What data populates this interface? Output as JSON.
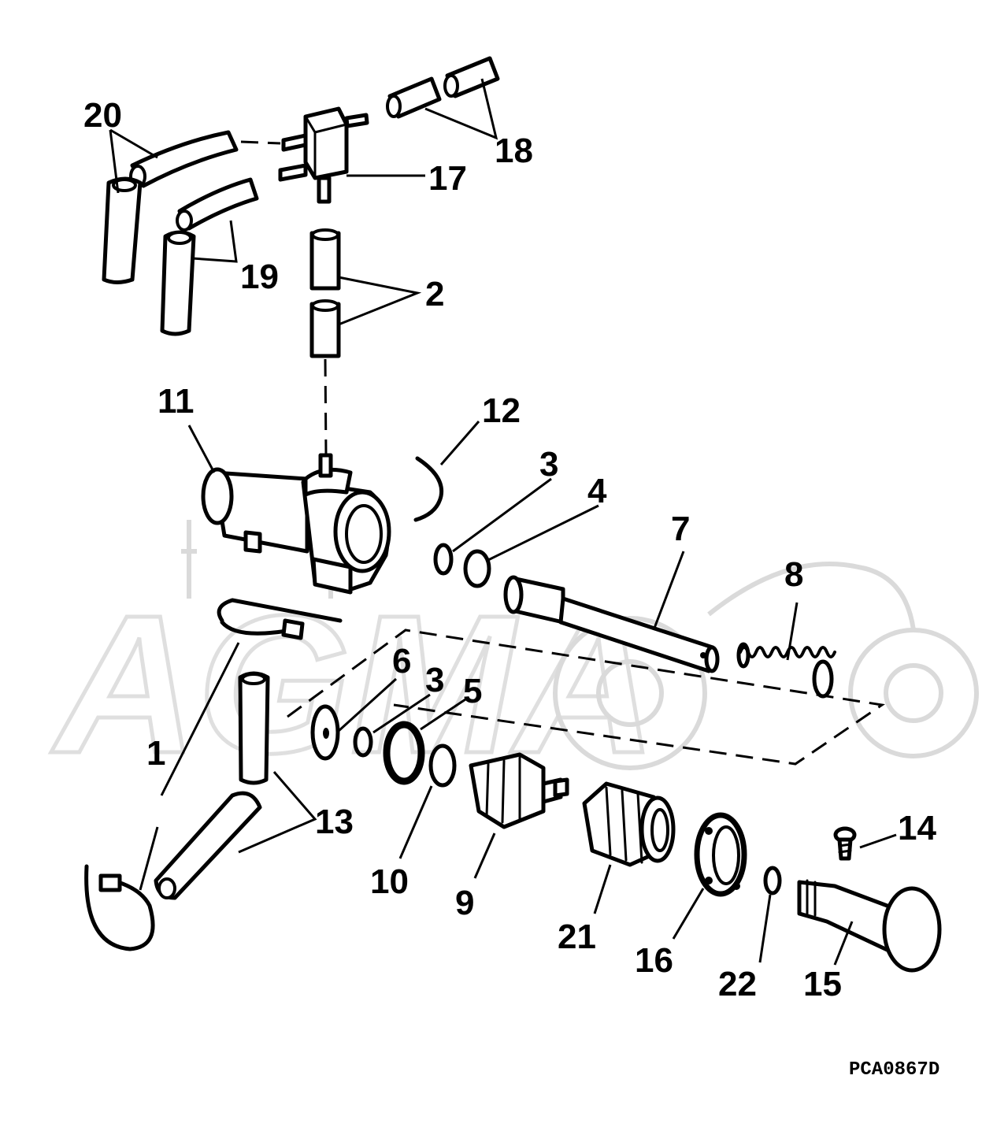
{
  "diagram": {
    "watermark_text": "AGMA",
    "drawing_code": "PCA0867D",
    "callouts": [
      {
        "id": "c20",
        "label": "20"
      },
      {
        "id": "c18",
        "label": "18"
      },
      {
        "id": "c17",
        "label": "17"
      },
      {
        "id": "c19",
        "label": "19"
      },
      {
        "id": "c2",
        "label": "2"
      },
      {
        "id": "c11",
        "label": "11"
      },
      {
        "id": "c12",
        "label": "12"
      },
      {
        "id": "c3a",
        "label": "3"
      },
      {
        "id": "c4",
        "label": "4"
      },
      {
        "id": "c7",
        "label": "7"
      },
      {
        "id": "c8",
        "label": "8"
      },
      {
        "id": "c6",
        "label": "6"
      },
      {
        "id": "c3b",
        "label": "3"
      },
      {
        "id": "c5",
        "label": "5"
      },
      {
        "id": "c1",
        "label": "1"
      },
      {
        "id": "c13",
        "label": "13"
      },
      {
        "id": "c10",
        "label": "10"
      },
      {
        "id": "c9",
        "label": "9"
      },
      {
        "id": "c21",
        "label": "21"
      },
      {
        "id": "c16",
        "label": "16"
      },
      {
        "id": "c22",
        "label": "22"
      },
      {
        "id": "c14",
        "label": "14"
      },
      {
        "id": "c15",
        "label": "15"
      }
    ]
  }
}
